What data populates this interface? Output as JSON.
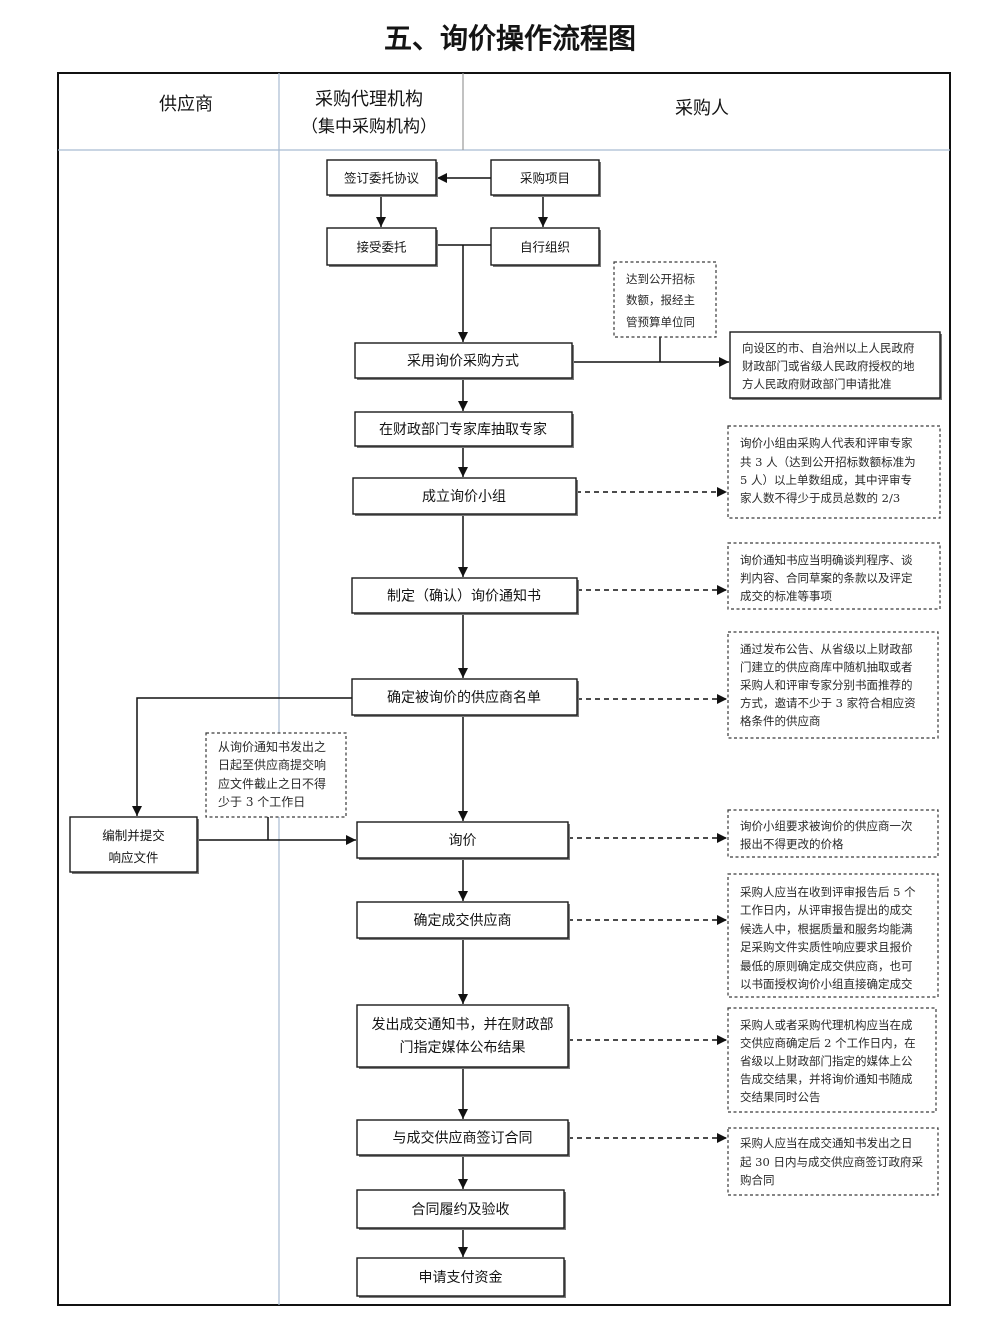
{
  "title": "五、询价操作流程图",
  "lanes": {
    "supplier": "供应商",
    "agency": [
      "采购代理机构",
      "（集中采购机构）"
    ],
    "purchaser": "采购人"
  },
  "steps": {
    "sign_agreement": "签订委托协议",
    "purchase_project": "采购项目",
    "accept_commission": "接受委托",
    "self_organize": "自行组织",
    "adopt_inquiry": "采用询价采购方式",
    "draw_experts": "在财政部门专家库抽取专家",
    "form_group": "成立询价小组",
    "draft_notice": "制定（确认）询价通知书",
    "determine_suppliers": "确定被询价的供应商名单",
    "prepare_response": [
      "编制并提交",
      "响应文件"
    ],
    "inquiry": "询价",
    "determine_winner": "确定成交供应商",
    "publish_result": [
      "发出成交通知书，并在财政部",
      "门指定媒体公布结果"
    ],
    "sign_contract": "与成交供应商签订合同",
    "acceptance": "合同履约及验收",
    "payment": "申请支付资金"
  },
  "notes": {
    "threshold": [
      "达到公开招标",
      "数额，报经主",
      "管预算单位同"
    ],
    "approval": [
      "向设区的市、自治州以上人民政府",
      "财政部门或省级人民政府授权的地",
      "方人民政府财政部门申请批准"
    ],
    "group_composition": [
      "询价小组由采购人代表和评审专家",
      "共 3 人（达到公开招标数额标准为",
      "5 人）以上单数组成，其中评审专",
      "家人数不得少于成员总数的 2/3"
    ],
    "notice_content": [
      "询价通知书应当明确谈判程序、谈",
      "判内容、合同草案的条款以及评定",
      "成交的标准等事项"
    ],
    "supplier_selection": [
      "通过发布公告、从省级以上财政部",
      "门建立的供应商库中随机抽取或者",
      "采购人和评审专家分别书面推荐的",
      "方式，邀请不少于 3 家符合相应资",
      "格条件的供应商"
    ],
    "response_period": [
      "从询价通知书发出之",
      "日起至供应商提交响",
      "应文件截止之日不得",
      "少于 3 个工作日"
    ],
    "one_time_quote": [
      "询价小组要求被询价的供应商一次",
      "报出不得更改的价格"
    ],
    "winner_rule": [
      "采购人应当在收到评审报告后 5 个",
      "工作日内，从评审报告提出的成交",
      "候选人中，根据质量和服务均能满",
      "足采购文件实质性响应要求且报价",
      "最低的原则确定成交供应商，也可",
      "以书面授权询价小组直接确定成交"
    ],
    "announcement": [
      "采购人或者采购代理机构应当在成",
      "交供应商确定后 2 个工作日内，在",
      "省级以上财政部门指定的媒体上公",
      "告成交结果，并将询价通知书随成",
      "交结果同时公告"
    ],
    "contract_deadline": [
      "采购人应当在成交通知书发出之日",
      "起 30 日内与成交供应商签订政府采",
      "购合同"
    ]
  }
}
